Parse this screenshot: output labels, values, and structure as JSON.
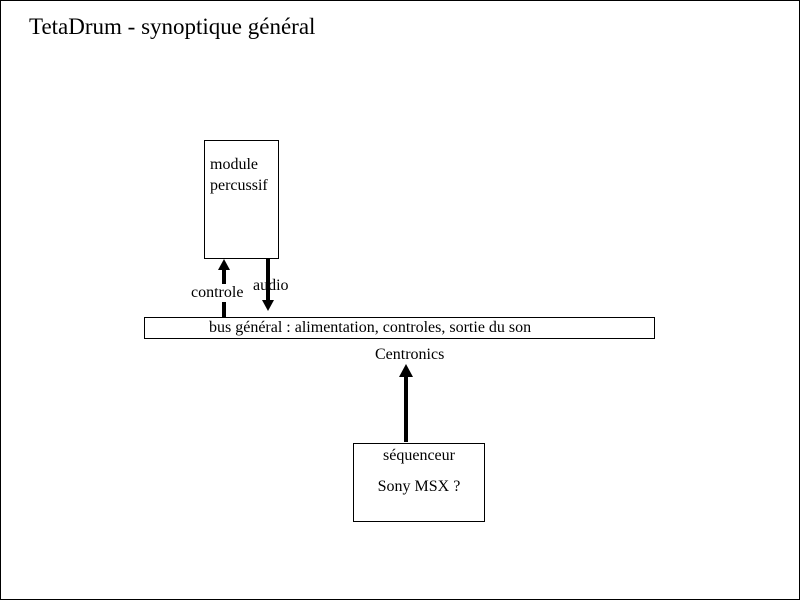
{
  "page": {
    "title": "TetaDrum - synoptique général"
  },
  "colors": {
    "ink": "#000000",
    "background": "#ffffff"
  },
  "diagram": {
    "percussion_module": {
      "line1": "module",
      "line2": "percussif"
    },
    "control_arrow_label": "controle",
    "audio_arrow_label": "audio",
    "bus_label": "bus général : alimentation, controles, sortie du son",
    "centronics_label": "Centronics",
    "sequencer": {
      "line1": "séquenceur",
      "line2": "Sony MSX ?"
    }
  }
}
